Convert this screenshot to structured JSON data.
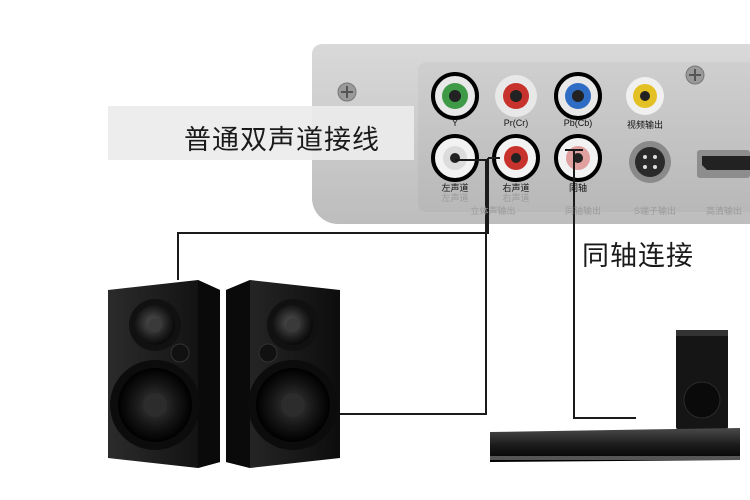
{
  "callout": {
    "title": "普通双声道接线"
  },
  "coaxial_label": "同轴连接",
  "jacks": {
    "y": "Y",
    "pr": "Pr(Cr)",
    "pb": "Pb(Cb)",
    "video_out": "视频输出",
    "left": "左声道",
    "right": "右声道",
    "coax": "同轴"
  },
  "device_print": {
    "left_small": "左声道",
    "right_small": "右声道",
    "stereo_out": "立体声输出",
    "coax_out": "同轴输出",
    "s_video_out": "S端子输出",
    "hd_out": "高清输出"
  },
  "colors": {
    "ring": "#000000",
    "cable": "#1a1a1a",
    "jack_green": "#3f9a48",
    "jack_red": "#c8322c",
    "jack_blue": "#2f6cc4",
    "jack_yellow": "#e3c024"
  }
}
